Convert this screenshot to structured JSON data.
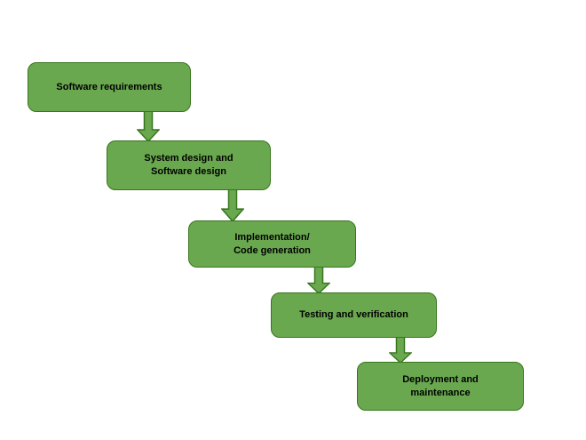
{
  "diagram": {
    "type": "waterfall-model-flowchart",
    "steps": [
      {
        "label": "Software requirements"
      },
      {
        "label": "System design and\nSoftware design"
      },
      {
        "label": "Implementation/\nCode generation"
      },
      {
        "label": "Testing and verification"
      },
      {
        "label": "Deployment and\nmaintenance"
      }
    ],
    "connector": "down-block-arrow",
    "colors": {
      "box_fill": "#6aa84f",
      "box_border": "#38761d",
      "arrow_fill": "#6aa84f",
      "arrow_border": "#38761d",
      "text": "#000000",
      "background": "#ffffff"
    }
  }
}
